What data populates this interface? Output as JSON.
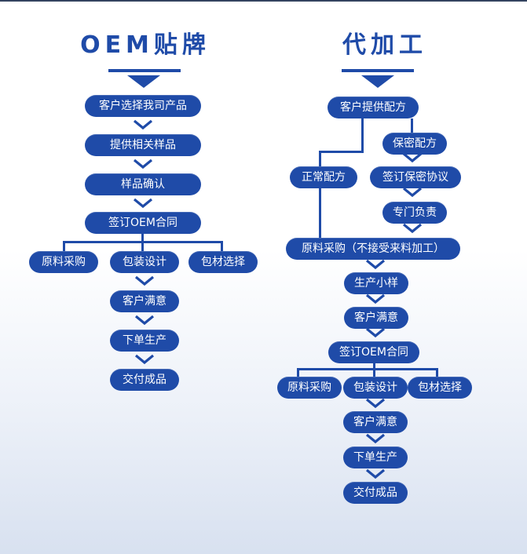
{
  "oem": {
    "title": "OEM贴牌",
    "steps": [
      "客户选择我司产品",
      "提供相关样品",
      "样品确认",
      "签订OEM合同"
    ],
    "branches": [
      "原料采购",
      "包装设计",
      "包材选择"
    ],
    "after": [
      "客户满意",
      "下单生产",
      "交付成品"
    ]
  },
  "processing": {
    "title": "代加工",
    "first": "客户提供配方",
    "left": "正常配方",
    "right": [
      "保密配方",
      "签订保密协议",
      "专门负责"
    ],
    "merge": "原料采购（不接受来料加工）",
    "steps": [
      "生产小样",
      "客户满意",
      "签订OEM合同"
    ],
    "branches": [
      "原料采购",
      "包装设计",
      "包材选择"
    ],
    "after": [
      "客户满意",
      "下单生产",
      "交付成品"
    ]
  },
  "colors": {
    "primary": "#1f4ba8",
    "text": "#ffffff",
    "top_line": "#33435f"
  },
  "icons": [
    "down-triangle-icon",
    "chevron-down-icon"
  ]
}
